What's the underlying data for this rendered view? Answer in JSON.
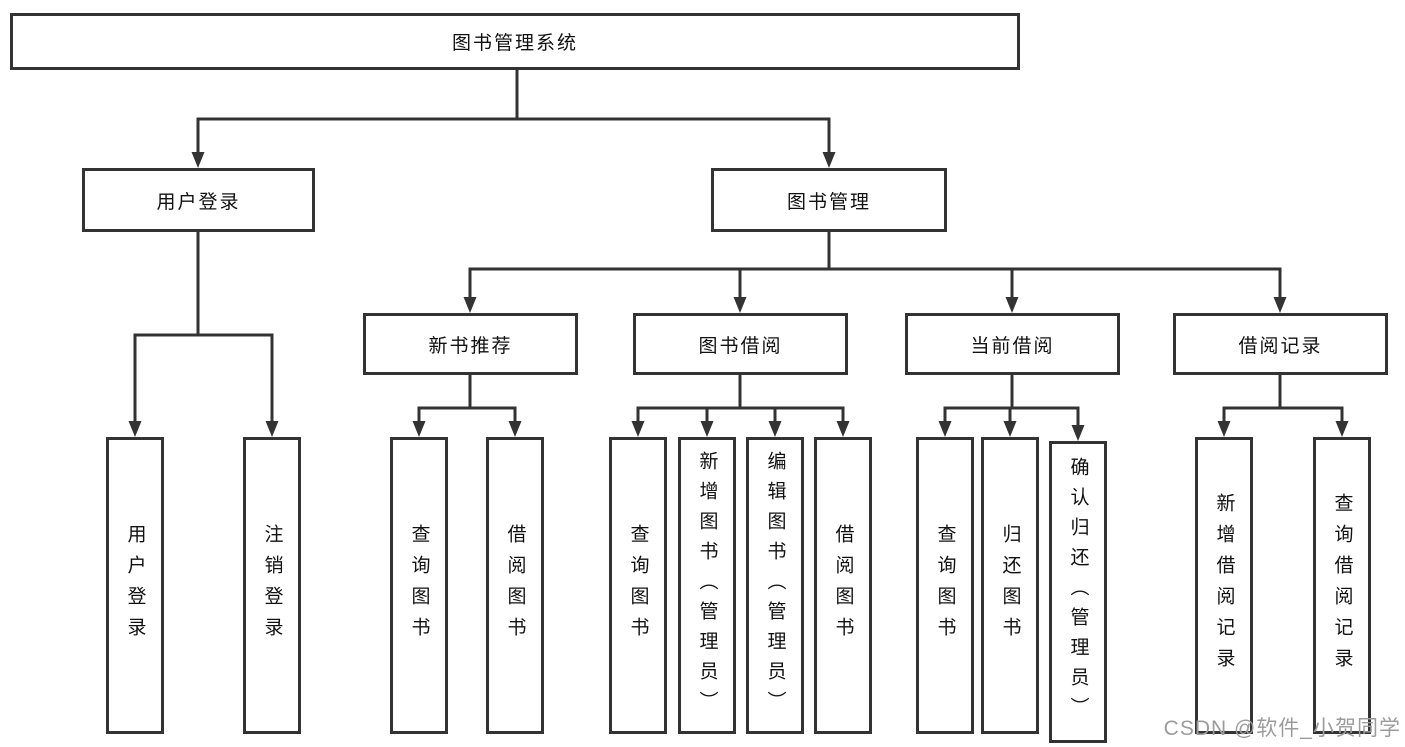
{
  "tree": {
    "root": {
      "label": "图书管理系统",
      "children": [
        {
          "label": "用户登录",
          "children": [
            {
              "label": "用户登录"
            },
            {
              "label": "注销登录"
            }
          ]
        },
        {
          "label": "图书管理",
          "children": [
            {
              "label": "新书推荐",
              "children": [
                {
                  "label": "查询图书"
                },
                {
                  "label": "借阅图书"
                }
              ]
            },
            {
              "label": "图书借阅",
              "children": [
                {
                  "label": "查询图书"
                },
                {
                  "label": "新增图书（管理员）"
                },
                {
                  "label": "编辑图书（管理员）"
                },
                {
                  "label": "借阅图书"
                }
              ]
            },
            {
              "label": "当前借阅",
              "children": [
                {
                  "label": "查询图书"
                },
                {
                  "label": "归还图书"
                },
                {
                  "label": "确认归还（管理员）"
                }
              ]
            },
            {
              "label": "借阅记录",
              "children": [
                {
                  "label": "新增借阅记录"
                },
                {
                  "label": "查询借阅记录"
                }
              ]
            }
          ]
        }
      ]
    }
  },
  "watermark": {
    "text": "CSDN @软件_小贺同学"
  },
  "colors": {
    "line": "#333333",
    "box_border": "#333333",
    "box_background": "#ffffff",
    "text": "#111111",
    "watermark": "#9c9c9c",
    "background": "#ffffff"
  }
}
